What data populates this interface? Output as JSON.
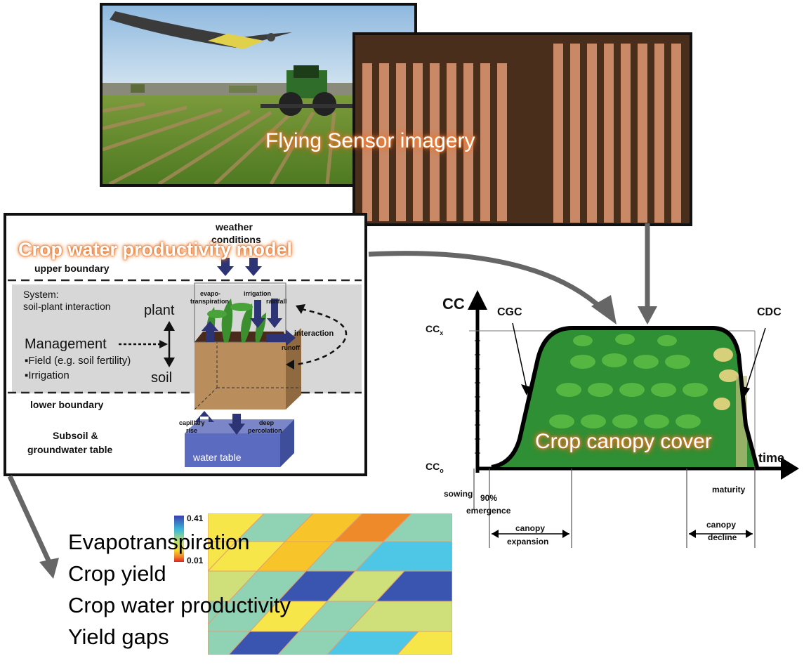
{
  "panels": {
    "sensor_title": "Flying Sensor imagery",
    "model_title": "Crop water productivity model",
    "canopy_title": "Crop canopy cover"
  },
  "model": {
    "weather": "weather",
    "conditions": "conditions",
    "upper_boundary": "upper boundary",
    "system_label": "System:",
    "system_sub": "soil-plant interaction",
    "plant": "plant",
    "management": "Management",
    "field": "▪Field (e.g. soil fertility)",
    "irrigation_item": "▪Irrigation",
    "soil": "soil",
    "lower_boundary": "lower boundary",
    "subsoil": "Subsoil &",
    "groundwater": "groundwater table",
    "evapo": "evapo-",
    "transpiration": "transpiration",
    "irrigation": "irrigation",
    "rainfall": "rainfall",
    "interaction": "interaction",
    "runoff": "runoff",
    "capillary": "capillary",
    "rise": "rise",
    "deep": "deep",
    "percolation": "percolation",
    "water_table": "water table"
  },
  "canopy": {
    "cc": "CC",
    "ccx": "CC",
    "ccx_sub": "x",
    "cc0": "CC",
    "cc0_sub": "o",
    "cgc": "CGC",
    "cdc": "CDC",
    "time": "time",
    "sowing": "sowing",
    "pct90": "90%",
    "emergence": "emergence",
    "maturity": "maturity",
    "expansion_1": "canopy",
    "expansion_2": "expansion",
    "decline_1": "canopy",
    "decline_2": "decline"
  },
  "outputs": [
    "Evapotranspiration",
    "Crop yield",
    "Crop water productivity",
    "Yield gaps"
  ],
  "colorbar": {
    "max": "0.41",
    "min": "0.01"
  },
  "colors": {
    "glow": "#f07c33",
    "green_canopy": "#2e8b2e",
    "arrow_gray": "#666666",
    "navy_arrow": "#2d3476",
    "water_table": "#5b6bbf"
  }
}
